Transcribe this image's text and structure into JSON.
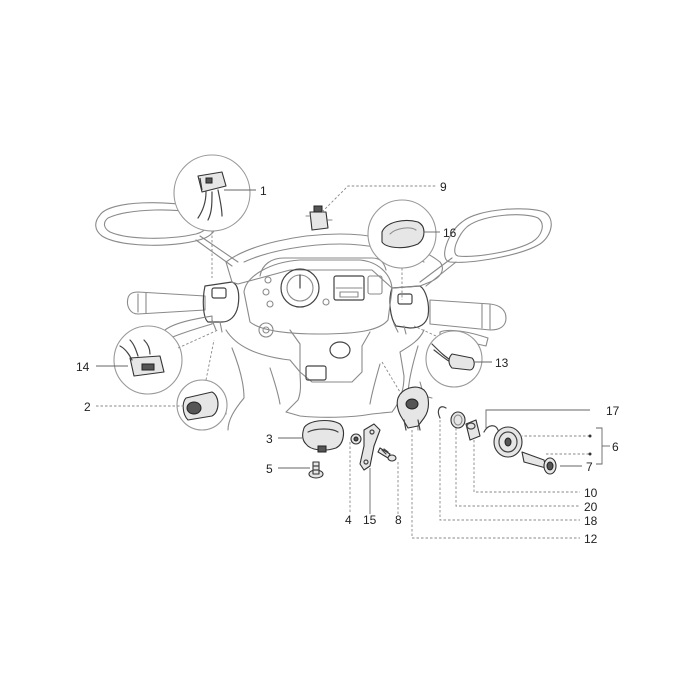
{
  "callouts": {
    "c1": "1",
    "c2": "2",
    "c3": "3",
    "c4": "4",
    "c5": "5",
    "c6": "6",
    "c7": "7",
    "c8": "8",
    "c9": "9",
    "c10": "10",
    "c12": "12",
    "c13": "13",
    "c14": "14",
    "c15": "15",
    "c16": "16",
    "c17": "17",
    "c18": "18",
    "c20": "20"
  }
}
